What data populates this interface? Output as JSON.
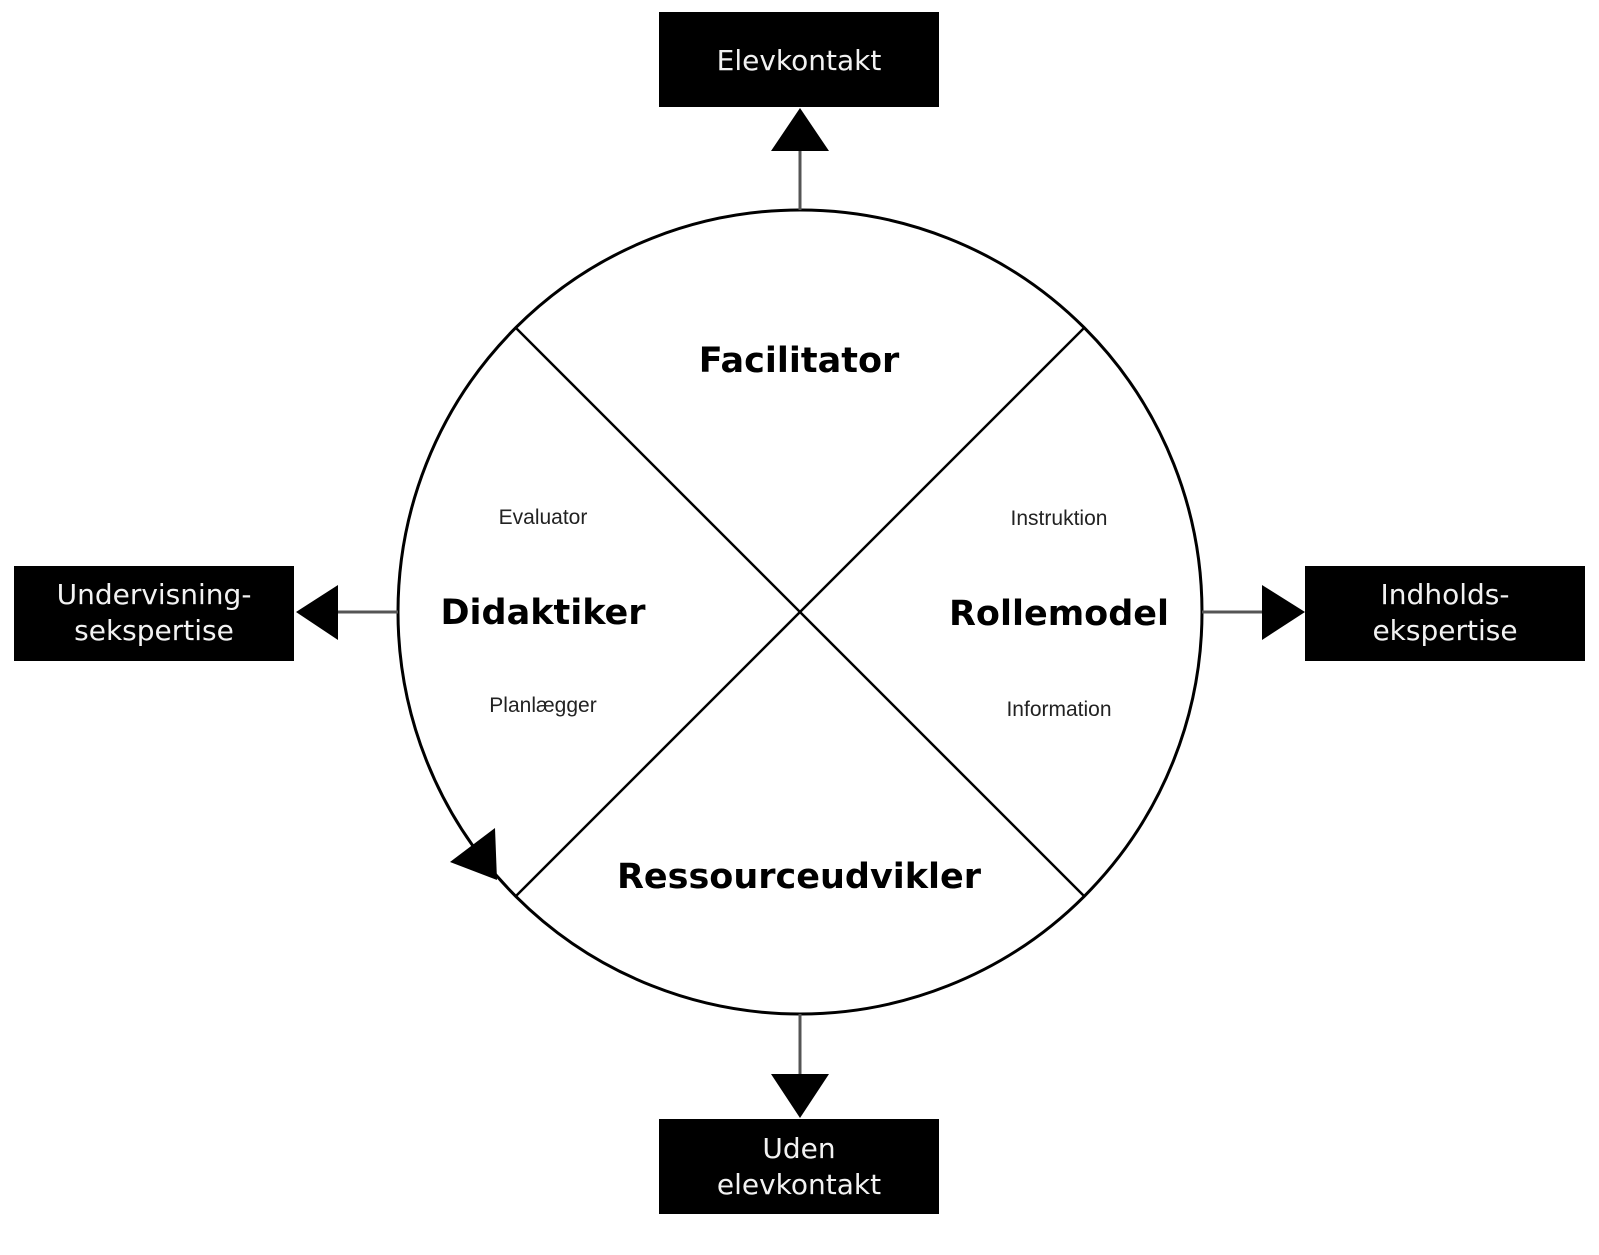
{
  "diagram": {
    "boxes": {
      "top": {
        "lines": [
          "Elevkontakt"
        ]
      },
      "bottom": {
        "lines": [
          "Uden",
          "elevkontakt"
        ]
      },
      "left": {
        "lines": [
          "Undervisning-",
          "sekspertise"
        ]
      },
      "right": {
        "lines": [
          "Indholds-",
          "ekspertise"
        ]
      }
    },
    "quadrants": {
      "top": {
        "title": "Facilitator"
      },
      "bottom": {
        "title": "Ressourceudvikler"
      },
      "left": {
        "title": "Didaktiker",
        "sub_top": "Evaluator",
        "sub_bottom": "Planlægger"
      },
      "right": {
        "title": "Rollemodel",
        "sub_top": "Instruktion",
        "sub_bottom": "Information"
      }
    },
    "colors": {
      "box_fill": "#000000",
      "box_text": "#f2f2f2",
      "stroke": "#000000",
      "background": "#ffffff"
    }
  }
}
